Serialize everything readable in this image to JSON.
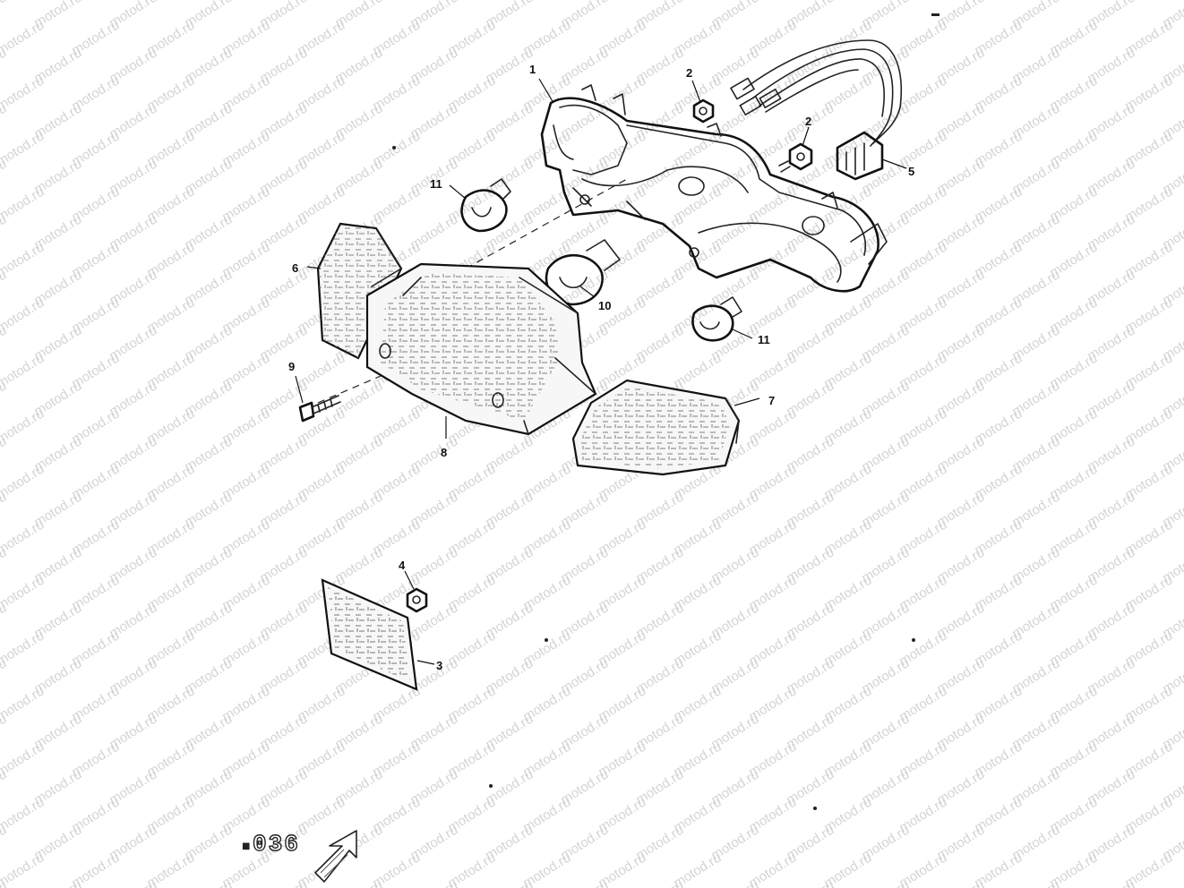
{
  "watermark": {
    "text": "motod.ru"
  },
  "callouts": [
    {
      "id": "c1",
      "number": "1"
    },
    {
      "id": "c2a",
      "number": "2"
    },
    {
      "id": "c2b",
      "number": "2"
    },
    {
      "id": "c3",
      "number": "3"
    },
    {
      "id": "c4",
      "number": "4"
    },
    {
      "id": "c5",
      "number": "5"
    },
    {
      "id": "c6",
      "number": "6"
    },
    {
      "id": "c7",
      "number": "7"
    },
    {
      "id": "c8",
      "number": "8"
    },
    {
      "id": "c9",
      "number": "9"
    },
    {
      "id": "c10",
      "number": "10"
    },
    {
      "id": "c11a",
      "number": "11"
    },
    {
      "id": "c11b",
      "number": "11"
    }
  ],
  "page_reference": {
    "prefix": "■",
    "number": "036"
  },
  "icons": {
    "reference_arrow": "arrow-up-right-icon",
    "bulb": "light-bulb-icon",
    "nut": "nut-icon",
    "screw": "screw-icon",
    "connector": "wire-connector-icon"
  }
}
